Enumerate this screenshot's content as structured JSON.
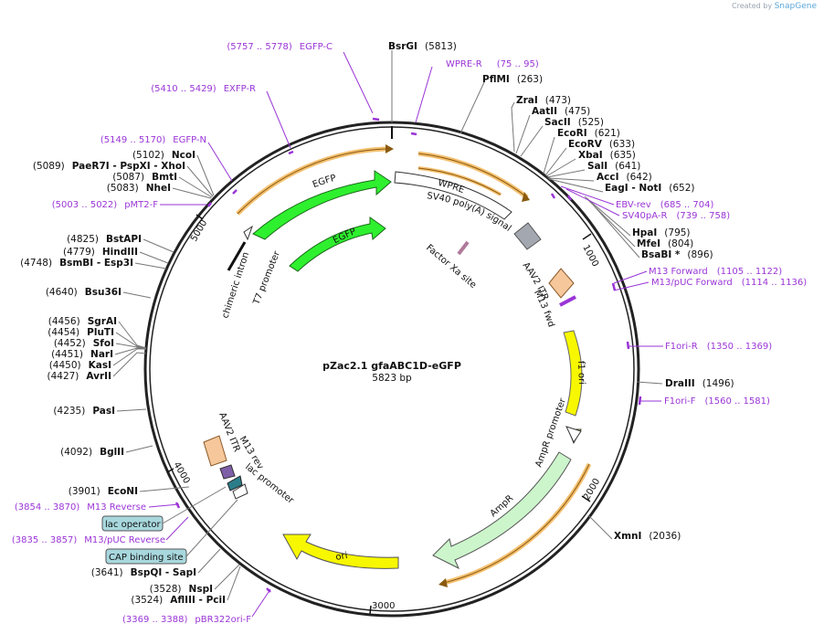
{
  "header": {
    "created_by": "Created by",
    "brand": "SnapGene"
  },
  "plasmid": {
    "name": "pZac2.1 gfaABC1D-eGFP",
    "length": "5823 bp"
  },
  "ticks": [
    "1000",
    "2000",
    "3000",
    "4000",
    "5000"
  ],
  "enzymes": [
    {
      "name": "BsrGI",
      "pos": "(5813)"
    },
    {
      "name": "PflMI",
      "pos": "(263)"
    },
    {
      "name": "ZraI",
      "pos": "(473)"
    },
    {
      "name": "AatII",
      "pos": "(475)"
    },
    {
      "name": "SacII",
      "pos": "(525)"
    },
    {
      "name": "EcoRI",
      "pos": "(621)"
    },
    {
      "name": "EcoRV",
      "pos": "(633)"
    },
    {
      "name": "XbaI",
      "pos": "(635)"
    },
    {
      "name": "SalI",
      "pos": "(641)"
    },
    {
      "name": "AccI",
      "pos": "(642)"
    },
    {
      "name": "EagI - NotI",
      "pos": "(652)"
    },
    {
      "name": "HpaI",
      "pos": "(795)"
    },
    {
      "name": "MfeI",
      "pos": "(804)"
    },
    {
      "name": "BsaBI *",
      "pos": "(896)"
    },
    {
      "name": "DraIII",
      "pos": "(1496)"
    },
    {
      "name": "XmnI",
      "pos": "(2036)"
    },
    {
      "name": "NcoI",
      "pos": "(5102)"
    },
    {
      "name": "PaeR7I - PspXI - XhoI",
      "pos": "(5089)"
    },
    {
      "name": "BmtI",
      "pos": "(5087)"
    },
    {
      "name": "NheI",
      "pos": "(5083)"
    },
    {
      "name": "BstAPI",
      "pos": "(4825)"
    },
    {
      "name": "HindIII",
      "pos": "(4779)"
    },
    {
      "name": "BsmBI - Esp3I",
      "pos": "(4748)"
    },
    {
      "name": "Bsu36I",
      "pos": "(4640)"
    },
    {
      "name": "SgrAI",
      "pos": "(4456)"
    },
    {
      "name": "PluTI",
      "pos": "(4454)"
    },
    {
      "name": "SfoI",
      "pos": "(4452)"
    },
    {
      "name": "NarI",
      "pos": "(4451)"
    },
    {
      "name": "KasI",
      "pos": "(4450)"
    },
    {
      "name": "AvrII",
      "pos": "(4427)"
    },
    {
      "name": "PasI",
      "pos": "(4235)"
    },
    {
      "name": "BglII",
      "pos": "(4092)"
    },
    {
      "name": "EcoNI",
      "pos": "(3901)"
    },
    {
      "name": "BspQI - SapI",
      "pos": "(3641)"
    },
    {
      "name": "NspI",
      "pos": "(3528)"
    },
    {
      "name": "AflIII - PciI",
      "pos": "(3524)"
    }
  ],
  "primers": [
    {
      "name": "EGFP-C",
      "range": "(5757 .. 5778)"
    },
    {
      "name": "WPRE-R",
      "range": "(75 .. 95)"
    },
    {
      "name": "EXFP-R",
      "range": "(5410 .. 5429)"
    },
    {
      "name": "EGFP-N",
      "range": "(5149 .. 5170)"
    },
    {
      "name": "pMT2-F",
      "range": "(5003 .. 5022)"
    },
    {
      "name": "EBV-rev",
      "range": "(685 .. 704)"
    },
    {
      "name": "SV40pA-R",
      "range": "(739 .. 758)"
    },
    {
      "name": "M13 Forward",
      "range": "(1105 .. 1122)"
    },
    {
      "name": "M13/pUC Forward",
      "range": "(1114 .. 1136)"
    },
    {
      "name": "F1ori-R",
      "range": "(1350 .. 1369)"
    },
    {
      "name": "F1ori-F",
      "range": "(1560 .. 1581)"
    },
    {
      "name": "M13 Reverse",
      "range": "(3854 .. 3870)"
    },
    {
      "name": "M13/pUC Reverse",
      "range": "(3835 .. 3857)"
    },
    {
      "name": "pBR322ori-F",
      "range": "(3369 .. 3388)"
    }
  ],
  "features": {
    "egfp_outer": "EGFP",
    "egfp_inner": "EGFP",
    "wpre": "WPRE",
    "sv40": "SV40 poly(A) signal",
    "factor_xa": "Factor Xa site",
    "aav2_itr_right": "AAV2 ITR",
    "m13_fwd": "M13 fwd",
    "f1_ori": "f1 ori",
    "ampr_promoter": "AmpR promoter",
    "ampr": "AmpR",
    "ori": "ori",
    "aav2_itr_left": "AAV2 ITR",
    "m13_rev": "M13 rev",
    "lac_promoter": "lac promoter",
    "lac_operator": "lac operator",
    "cap_site": "CAP binding site",
    "chimeric_intron": "chimeric intron",
    "t7_promoter": "T7 promoter"
  },
  "colors": {
    "cds_green": "#2ef02e",
    "ori_yellow": "#f7f700",
    "ampr_green": "#ccf5cc",
    "itr_orange": "#f6c79a",
    "primer_purple": "#9a35d6",
    "misc_gray": "#a3a8b0",
    "lac_teal": "#a8d8de",
    "cap_teal": "#a8d8de",
    "orange_band": "#f4c070"
  }
}
